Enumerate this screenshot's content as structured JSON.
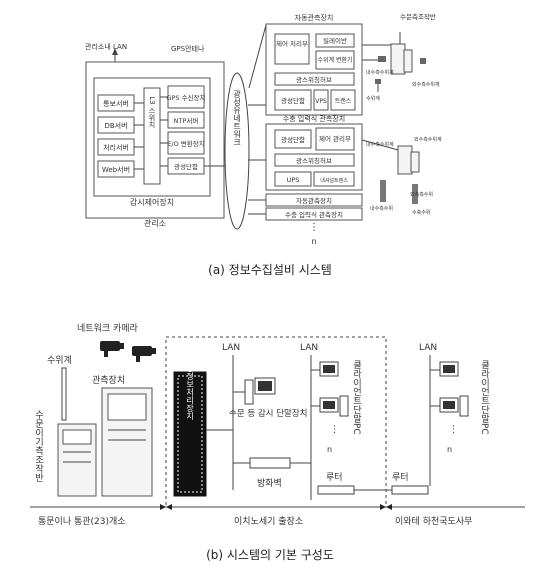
{
  "diagram_a": {
    "caption": "(a) 정보수집설비 시스템",
    "lan_label": "관리소내 LAN",
    "gps_antenna": "GPS안테나",
    "office_servers": [
      "통보서버",
      "DB서버",
      "처리서버",
      "Web서버"
    ],
    "l3_switch": "L3 스위치",
    "right_units": [
      "GPS 수신장치",
      "NTP서버",
      "E/O 변환장치",
      "광성단함"
    ],
    "control_unit": "감시제어장치",
    "office": "관리소",
    "network": "광성유네트워크",
    "top_station": {
      "title": "자동관측장치",
      "gate_ctrl": "수문측조작반",
      "ctrl": "제어 처리부",
      "relay": "릴레이반",
      "wl_conv": "수위계 변환기",
      "gauge_in": "내수측수위계",
      "gauge_out": "외수측수위계",
      "hub": "광스위칭허브",
      "term": "광성단함",
      "vps": "VPS",
      "trans": "트랜스",
      "wl_gauge": "수위계"
    },
    "mid_station": {
      "title": "수충 입력식 관측장치",
      "term": "광성단함",
      "ctrl": "제어 관리부",
      "hub": "광스위칭허브",
      "ups": "UPS",
      "trans": "내셔널트랜스",
      "gauge_in": "내수측수위계",
      "gauge_out": "외수측수위계",
      "inner": "내수측수위",
      "outer": "외측측수위",
      "hydro": "수축수위"
    },
    "auto_row": "자동관측장치",
    "bottom_row": "수충 입력식 관측장치",
    "n": "n"
  },
  "diagram_b": {
    "caption": "(b) 시스템의 기본 구성도",
    "network_camera": "네트워크 카메라",
    "water_gauge": "수위계",
    "obs_device": "관측장치",
    "gate_panel": "수문이기측조작반",
    "server": "수문등정보처리장치",
    "monitor_terminal": "수문 등 감시 단말장치",
    "firewall": "방화벽",
    "router1": "루터",
    "router2": "루터",
    "lan1": "LAN",
    "lan2": "LAN",
    "lan3": "LAN",
    "client1": "클라이언트단말PC",
    "client2": "클라이언트단말PC",
    "n1": "n",
    "n2": "n",
    "site1": "통문이나 통관(23)개소",
    "site2": "이치노세기 출장소",
    "site3": "이와테 하천국도사무"
  }
}
